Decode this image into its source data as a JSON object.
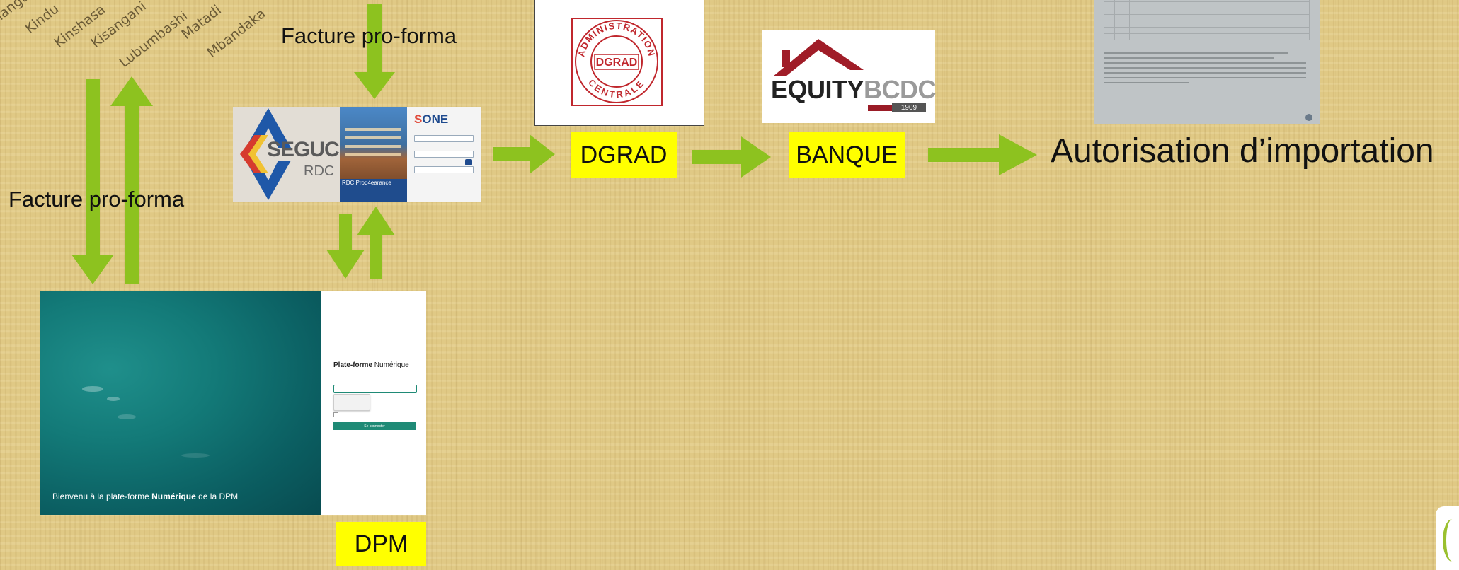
{
  "cities": [
    "Kananga",
    "Kindu",
    "Kinshasa",
    "Kisangani",
    "Lubumbashi",
    "Matadi",
    "Mbandaka"
  ],
  "labels": {
    "pro_forma_top": "Facture pro-forma",
    "pro_forma_left": "Facture pro-forma",
    "autorisation": "Autorisation d’importation"
  },
  "nodes": {
    "dgrad": "DGRAD",
    "banque": "BANQUE",
    "dpm": "DPM"
  },
  "seguce": {
    "logo_text": "SEGUCE",
    "logo_sub": "RDC",
    "caption": "RDC Prod4earance",
    "login_logo_s": "S",
    "login_logo_rest": "ONE"
  },
  "dgrad_logo": {
    "ring_top": "ADMINISTRATION",
    "ring_bottom": "CENTRALE",
    "center": "DGRAD"
  },
  "equity": {
    "word1": "EQUITY",
    "word2": "BCDC",
    "year": "1909"
  },
  "dpm_screen": {
    "welcome_prefix": "Bienvenu à la plate-forme ",
    "welcome_bold": "Numérique",
    "welcome_suffix": " de la DPM",
    "form_title_bold": "Plate-forme",
    "form_title_rest": " Numérique",
    "button": "Se connecter"
  },
  "colors": {
    "arrow": "#8dc21f",
    "highlight": "#ffff00",
    "dgrad_red": "#c0272d",
    "equity_red": "#9a1b26",
    "seguce_blue": "#1e4a8e",
    "dpm_teal": "#1f8a76"
  }
}
